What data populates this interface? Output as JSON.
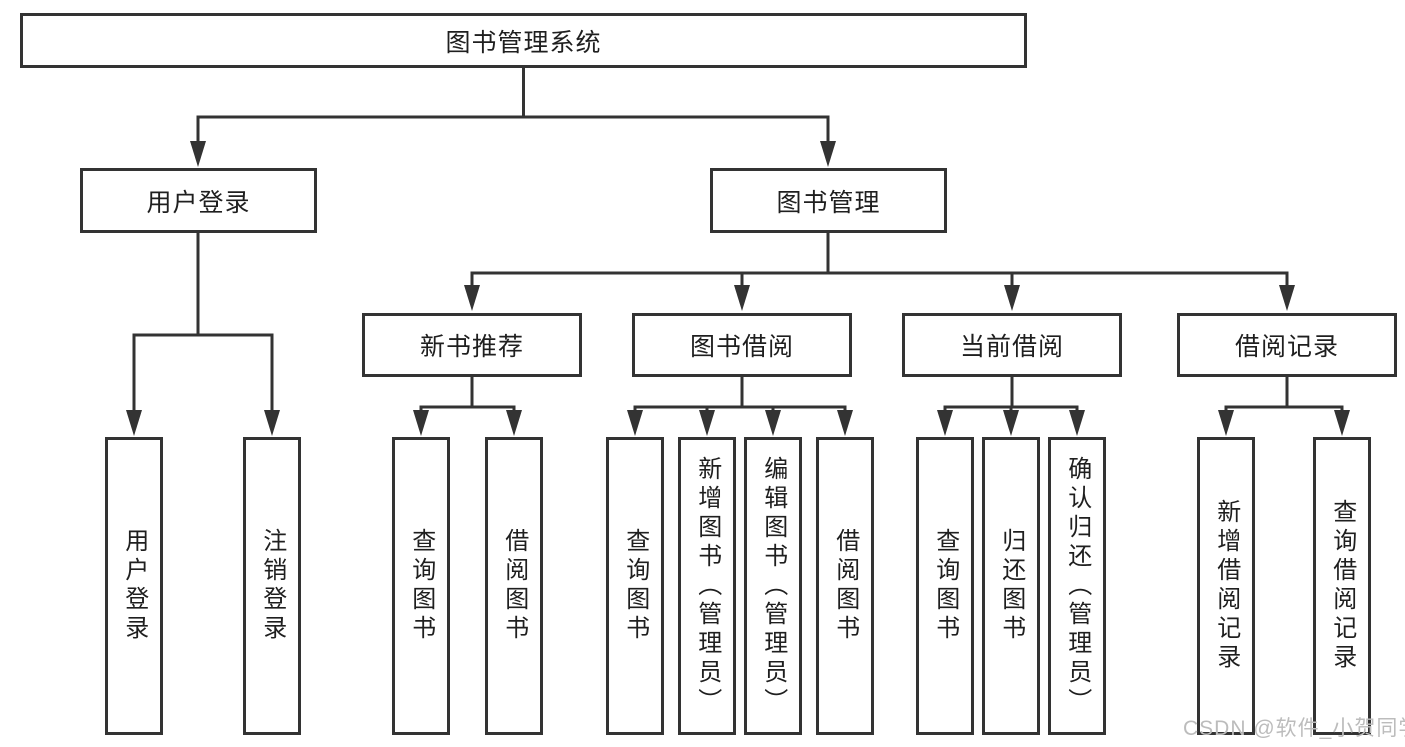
{
  "colors": {
    "line": "#333333",
    "text": "#1f1f1f",
    "background": "#ffffff",
    "watermark": "#bcbcbc"
  },
  "watermark": "CSDN @软件_小贺同学",
  "tree": {
    "root": "图书管理系统",
    "level2": [
      {
        "label": "用户登录",
        "leaves": [
          "用户登录",
          "注销登录"
        ]
      },
      {
        "label": "图书管理",
        "groups": [
          {
            "label": "新书推荐",
            "leaves": [
              "查询图书",
              "借阅图书"
            ]
          },
          {
            "label": "图书借阅",
            "leaves": [
              "查询图书",
              "新增图书（管理员）",
              "编辑图书（管理员）",
              "借阅图书"
            ]
          },
          {
            "label": "当前借阅",
            "leaves": [
              "查询图书",
              "归还图书",
              "确认归还（管理员）"
            ]
          },
          {
            "label": "借阅记录",
            "leaves": [
              "新增借阅记录",
              "查询借阅记录"
            ]
          }
        ]
      }
    ]
  }
}
